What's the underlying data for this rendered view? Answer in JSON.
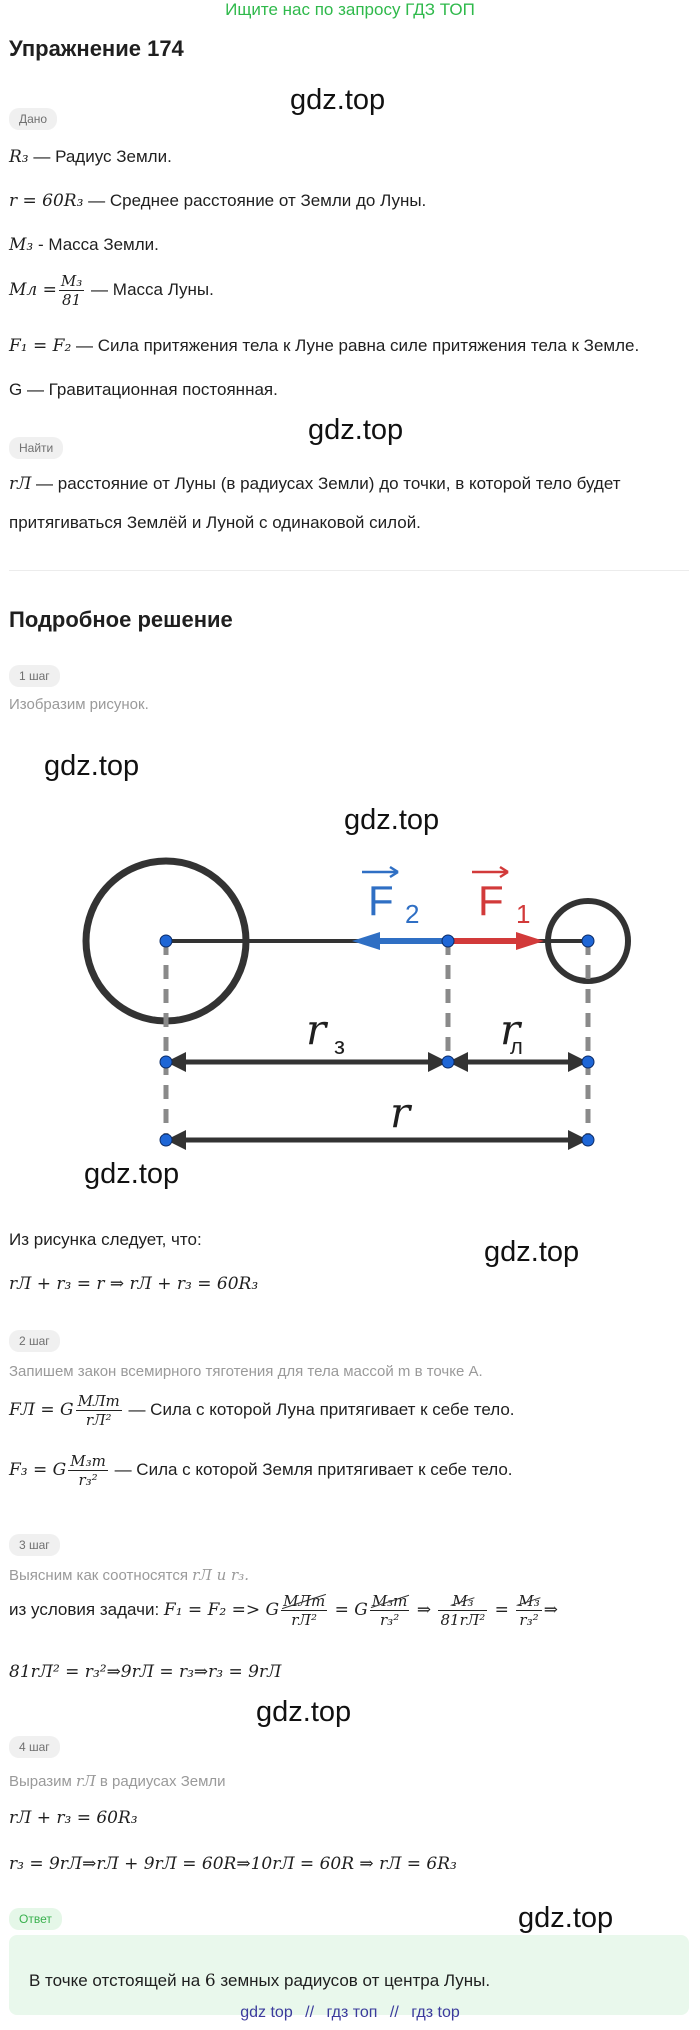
{
  "banner": "Ищите нас по запросу ГДЗ ТОП",
  "title": "Упражнение 174",
  "given": {
    "badge": "Дано",
    "lines": [
      {
        "sym": "R₃",
        "text": " — Радиус Земли."
      },
      {
        "sym": "r = 60R₃",
        "text": " — Среднее расстояние от Земли до Луны."
      },
      {
        "sym": "M₃",
        "text": " - Масса Земли."
      },
      {
        "sym_lhs": "Mл =",
        "num": "M₃",
        "den": "81",
        "text": " — Масса Луны."
      },
      {
        "sym": "F₁ = F₂",
        "text": " — Сила притяжения тела к Луне равна силе притяжения тела к Земле."
      },
      {
        "sym": "G",
        "text": " — Гравитационная постоянная."
      }
    ]
  },
  "find": {
    "badge": "Найти",
    "sym": "rЛ",
    "line1": " — расстояние от Луны (в радиусах Земли) до точки, в которой тело будет",
    "line2": "притягиваться Землёй и Луной с одинаковой силой."
  },
  "solution": {
    "title": "Подробное решение",
    "step1_badge": "1 шаг",
    "step1_text": "Изобразим рисунок.",
    "diagram": {
      "f2_label": "F",
      "f2_sub": "2",
      "f1_label": "F",
      "f1_sub": "1",
      "r3_label": "r",
      "r3_sub": "з",
      "rl_label": "r",
      "rl_sub": "л",
      "r_label": "r",
      "colors": {
        "f2": "#2f6fc4",
        "f1": "#d23a3a",
        "line": "#333333",
        "dot": "#1e66d6",
        "dash": "#8a8a8a"
      }
    },
    "follows": "Из рисунка следует, что:",
    "eq1": "rЛ + r₃ = r  ⇒ rЛ + r₃ = 60R₃",
    "step2_badge": "2 шаг",
    "step2_text": "Запишем закон всемирного тяготения для тела массой m в точке А.",
    "eq2_lhs": "FЛ = G",
    "eq2_num": "MЛm",
    "eq2_den": "rЛ²",
    "eq2_text": " — Сила с которой Луна притягивает к себе тело.",
    "eq3_lhs": "F₃ = G",
    "eq3_num": "M₃m",
    "eq3_den": "r₃²",
    "eq3_text": " — Сила с которой Земля притягивает к себе тело.",
    "step3_badge": "3 шаг",
    "step3_text_a": "Выясним как соотносятся ",
    "step3_text_b": "rЛ и r₃.",
    "cond_prefix": "из условия задачи: ",
    "cond_a": "F₁ = F₂ => G",
    "cond_num1": "MЛm",
    "cond_den1": "rЛ²",
    "cond_eq": " = G",
    "cond_num2": "M₃m",
    "cond_den2": "r₃²",
    "cond_arrow": " ⇒ ",
    "cond_num3": "M₃",
    "cond_den3": "81rЛ²",
    "cond_eq2": " = ",
    "cond_num4": "M₃",
    "cond_den4": "r₃²",
    "cond_end": "⇒",
    "eq4": "81rЛ² = r₃²⇒9rЛ = r₃⇒r₃ = 9rЛ",
    "step4_badge": "4 шаг",
    "step4_text_a": "Выразим ",
    "step4_text_sym": "rЛ",
    "step4_text_b": " в радиусах Земли",
    "eq5": "rЛ + r₃ = 60R₃",
    "eq6": "r₃ = 9rЛ⇒rЛ + 9rЛ = 60R⇒10rЛ = 60R ⇒ rЛ = 6R₃"
  },
  "answer": {
    "badge": "Ответ",
    "text_a": "В точке отстоящей на ",
    "text_num": "6",
    "text_b": " земных радиусов от центра Луны."
  },
  "watermarks": [
    "gdz.top",
    "gdz.top",
    "gdz.top",
    "gdz.top",
    "gdz.top",
    "gdz.top",
    "gdz.top",
    "gdz.top"
  ],
  "footer": {
    "a": "gdz top",
    "sep": "//",
    "b": "гдз топ",
    "c": "гдз top"
  }
}
